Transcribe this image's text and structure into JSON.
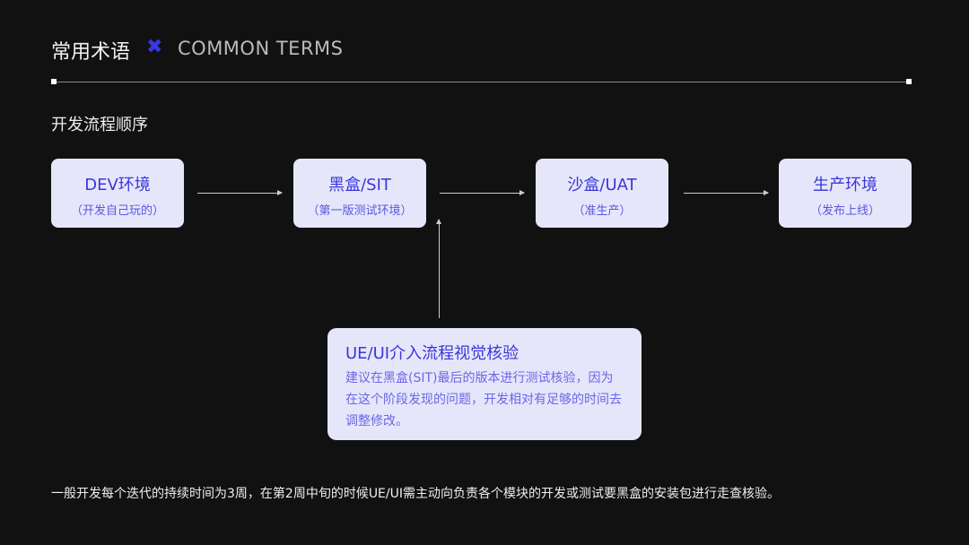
{
  "header": {
    "title": "常用术语",
    "icon": "x-icon",
    "subtitle": "COMMON TERMS",
    "accent": "#3a36e0"
  },
  "section_title": "开发流程顺序",
  "steps": [
    {
      "title": "DEV环境",
      "sub": "（开发自己玩的）"
    },
    {
      "title": "黑盒/SIT",
      "sub": "（第一版测试环境）"
    },
    {
      "title": "沙盒/UAT",
      "sub": "（准生产）"
    },
    {
      "title": "生产环境",
      "sub": "（发布上线）"
    }
  ],
  "note": {
    "title": "UE/UI介入流程视觉核验",
    "body": "建议在黑盒(SIT)最后的版本进行测试核验，因为在这个阶段发现的问题，开发相对有足够的时间去调整修改。"
  },
  "footer": "一般开发每个迭代的持续时间为3周，在第2周中旬的时候UE/UI需主动向负责各个模块的开发或测试要黑盒的安装包进行走查核验。"
}
